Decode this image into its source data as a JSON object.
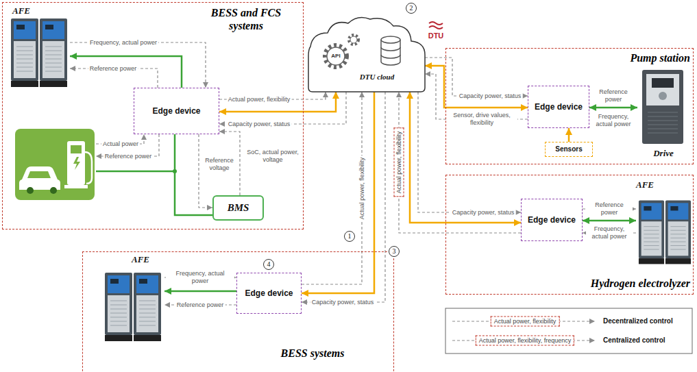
{
  "diagram": {
    "nodes": [
      {
        "text": [
          "BESS and FCS systems"
        ]
      },
      {
        "text": [
          "AFE"
        ],
        "in": 0
      },
      {
        "text": [
          "Edge device"
        ],
        "in": 0
      },
      {
        "text": [
          "BMS"
        ],
        "in": 0
      },
      {
        "text": [
          "API",
          "DTU cloud"
        ]
      },
      {
        "text": [
          "Pump station"
        ]
      },
      {
        "text": [
          "Edge device"
        ],
        "in": 5
      },
      {
        "text": [
          "Sensors"
        ],
        "in": 5
      },
      {
        "text": [
          "Drive"
        ],
        "in": 5
      },
      {
        "text": [
          "Hydrogen electrolyzer"
        ]
      },
      {
        "text": [
          "Edge device"
        ],
        "in": 9
      },
      {
        "text": [
          "AFE"
        ],
        "in": 9
      },
      {
        "text": [
          "BESS systems"
        ]
      },
      {
        "text": [
          "AFE"
        ],
        "in": 12
      },
      {
        "text": [
          "Edge device"
        ],
        "in": 12
      }
    ],
    "edges": [
      {
        "from": 1,
        "to": 2,
        "label": "Frequency, actual power",
        "arrow": "to"
      },
      {
        "from": 2,
        "to": 1,
        "arrow": "to"
      },
      {
        "from": 2,
        "to": 1,
        "label": "Reference power",
        "arrow": "to"
      },
      {
        "from": 3,
        "to": 2,
        "label": "SoC, actual power, voltage",
        "arrow": "to"
      },
      {
        "from": 2,
        "to": 3,
        "label": "Reference voltage",
        "arrow": "to"
      },
      {
        "from": 2,
        "to": 3,
        "arrow": "none"
      },
      {
        "from": 2,
        "to": 4,
        "label": "Actual power, flexibility",
        "arrow": "to"
      },
      {
        "from": 2,
        "to": 4,
        "arrow": "both"
      },
      {
        "from": 4,
        "to": 2,
        "label": "Capacity power, status",
        "arrow": "to"
      },
      {
        "from": 4,
        "to": 6,
        "label": "Capacity power, status",
        "arrow": "to"
      },
      {
        "from": 6,
        "to": 4,
        "arrow": "both"
      },
      {
        "from": 6,
        "to": 4,
        "label": "Sensor, drive values, flexibility",
        "arrow": "to"
      },
      {
        "from": 7,
        "to": 6,
        "arrow": "to"
      },
      {
        "from": 6,
        "to": 8,
        "label": "Reference power",
        "arrow": "to"
      },
      {
        "from": 6,
        "to": 8,
        "arrow": "both"
      },
      {
        "from": 8,
        "to": 6,
        "label": "Frequency, actual power",
        "arrow": "to"
      },
      {
        "from": 4,
        "to": 10,
        "label": "Capacity power, status",
        "arrow": "to"
      },
      {
        "from": 10,
        "to": 4,
        "arrow": "both"
      },
      {
        "from": 10,
        "to": 4,
        "label": "Actual power, flexibility",
        "arrow": "to"
      },
      {
        "from": 10,
        "to": 11,
        "label": "Reference power",
        "arrow": "to"
      },
      {
        "from": 10,
        "to": 11,
        "arrow": "both"
      },
      {
        "from": 11,
        "to": 10,
        "label": "Frequency, actual power",
        "arrow": "to"
      },
      {
        "from": 14,
        "to": 4,
        "label": "Actual power, flexibility",
        "arrow": "to"
      },
      {
        "from": 4,
        "to": 14,
        "arrow": "to"
      },
      {
        "from": 4,
        "to": 14,
        "label": "Capacity power, status",
        "arrow": "to"
      },
      {
        "from": 13,
        "to": 14,
        "label": "Frequency, actual power",
        "arrow": "to"
      },
      {
        "from": 14,
        "to": 13,
        "arrow": "to"
      },
      {
        "from": 14,
        "to": 13,
        "label": "Reference power",
        "arrow": "to"
      }
    ],
    "labels": [
      "DTU",
      "2",
      "1",
      "3",
      "4",
      "Actual power",
      "Reference power",
      "Actual power, flexibility",
      "Actual power, flexibility, frequency"
    ],
    "legend": [
      {
        "text": "Decentralized control"
      },
      {
        "text": "Centralized control"
      }
    ]
  }
}
